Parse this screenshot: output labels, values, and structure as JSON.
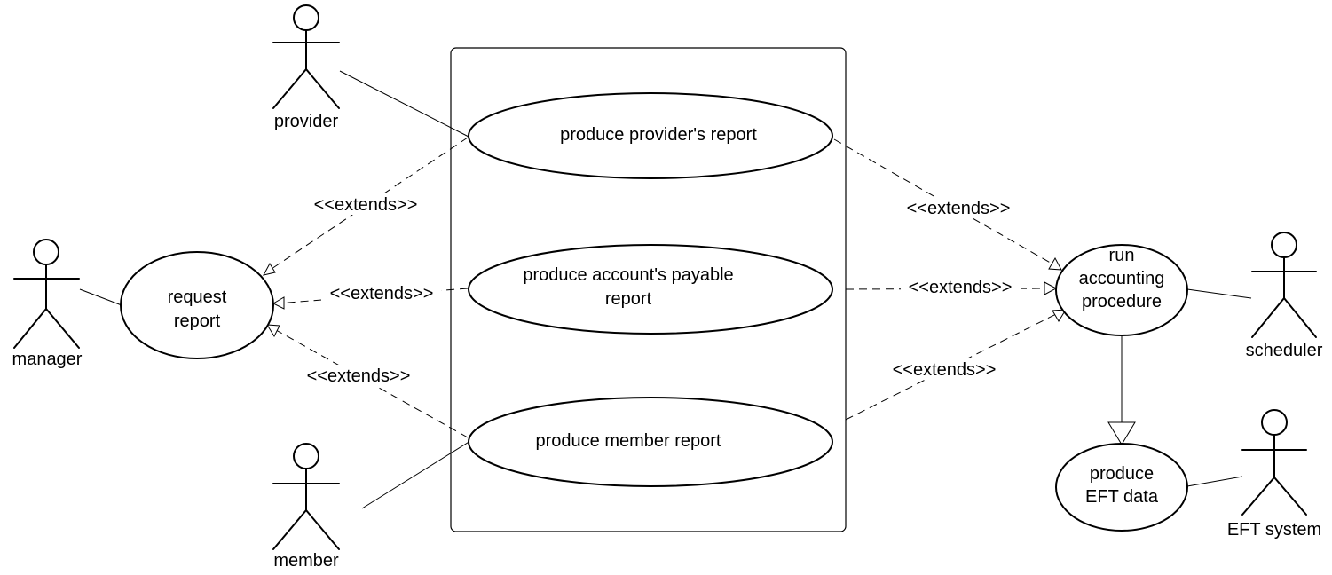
{
  "actors": {
    "provider": "provider",
    "manager": "manager",
    "member": "member",
    "scheduler": "scheduler",
    "eft_system": "EFT system"
  },
  "use_cases": {
    "provider_report": [
      "produce provider's report"
    ],
    "payable_report": [
      "produce account's payable",
      "report"
    ],
    "member_report": [
      "produce member report"
    ],
    "request_report": [
      "request",
      "report"
    ],
    "run_accounting": [
      "run",
      "accounting",
      "procedure"
    ],
    "eft_data": [
      "produce",
      "EFT data"
    ]
  },
  "relations": {
    "extends_label": "<<extends>>"
  }
}
